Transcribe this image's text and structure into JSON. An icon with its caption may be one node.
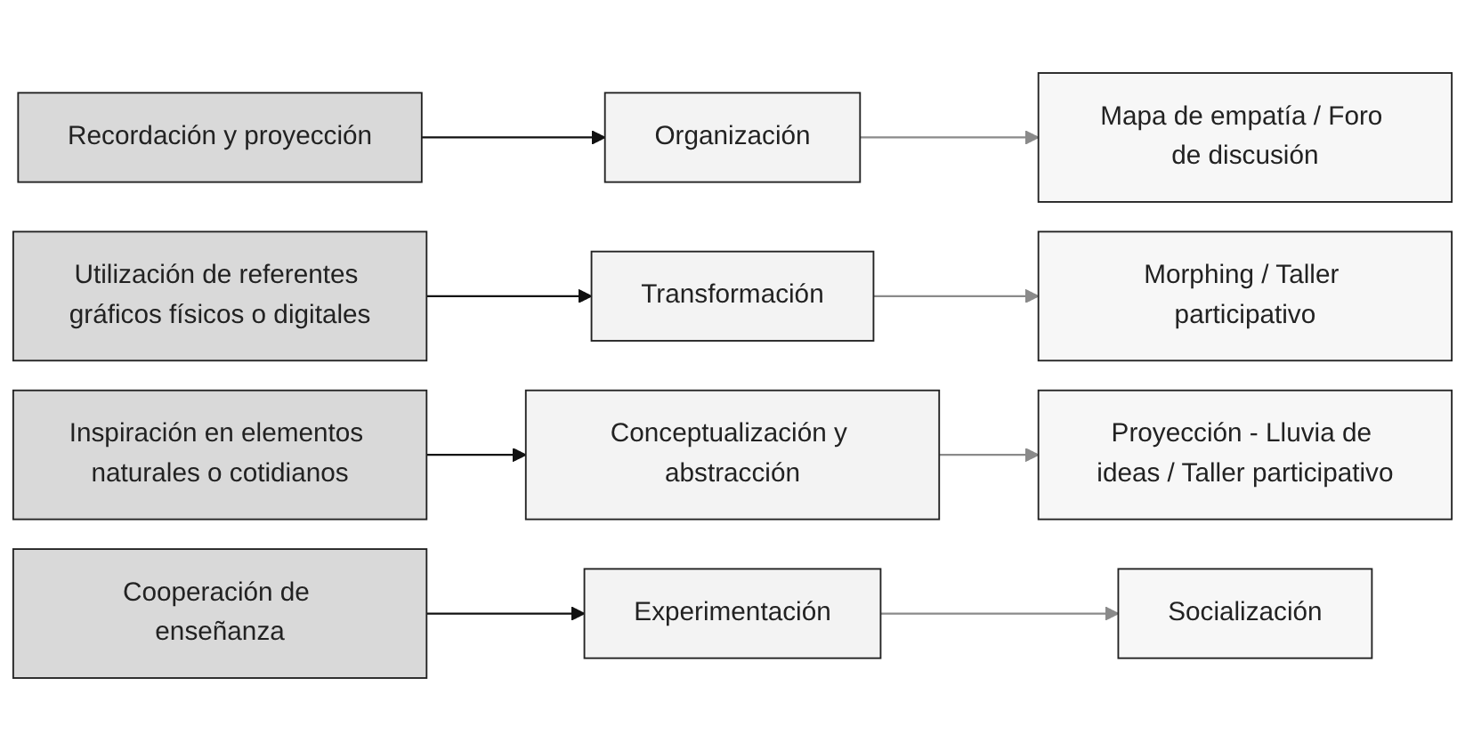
{
  "diagram": {
    "nodes": [
      {
        "text": [
          "Recordación y proyección"
        ]
      },
      {
        "text": [
          "Organización"
        ]
      },
      {
        "text": [
          "Mapa de empatía / Foro de discusión"
        ]
      },
      {
        "text": [
          "Utilización de referentes gráficos físicos o digitales"
        ]
      },
      {
        "text": [
          "Transformación"
        ]
      },
      {
        "text": [
          "Morphing / Taller participativo"
        ]
      },
      {
        "text": [
          "Inspiración en elementos naturales o cotidianos"
        ]
      },
      {
        "text": [
          "Conceptualización y abstracción"
        ]
      },
      {
        "text": [
          "Proyección - Lluvia de ideas / Taller participativo"
        ]
      },
      {
        "text": [
          "Cooperación de enseñanza"
        ]
      },
      {
        "text": [
          "Experimentación"
        ]
      },
      {
        "text": [
          "Socialización"
        ]
      }
    ],
    "edges": [
      {
        "from": 0,
        "to": 1,
        "arrow": "to"
      },
      {
        "from": 1,
        "to": 2,
        "arrow": "to",
        "color": "#8a8a8a"
      },
      {
        "from": 3,
        "to": 4,
        "arrow": "to"
      },
      {
        "from": 4,
        "to": 5,
        "arrow": "to",
        "color": "#8a8a8a"
      },
      {
        "from": 6,
        "to": 7,
        "arrow": "to"
      },
      {
        "from": 7,
        "to": 8,
        "arrow": "to",
        "color": "#8a8a8a"
      },
      {
        "from": 9,
        "to": 10,
        "arrow": "to"
      },
      {
        "from": 10,
        "to": 11,
        "arrow": "to",
        "color": "#8a8a8a"
      }
    ]
  }
}
